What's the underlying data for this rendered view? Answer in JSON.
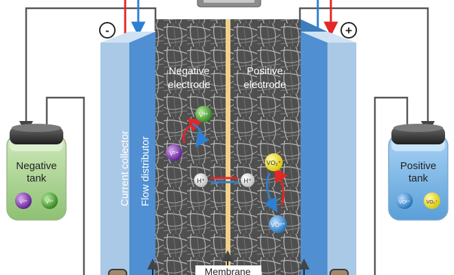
{
  "cell": {
    "negative_electrode": [
      "Negative",
      "electrode"
    ],
    "positive_electrode": [
      "Positive",
      "electrode"
    ],
    "current_collector": "Current collector",
    "flow_distributor": "Flow distributor",
    "membrane": "Membrane"
  },
  "terminals": {
    "negative": "-",
    "positive": "+"
  },
  "tanks": {
    "negative": {
      "label": [
        "Negative",
        "tank"
      ],
      "ions": [
        "V²⁺",
        "V³⁺"
      ]
    },
    "positive": {
      "label": [
        "Positive",
        "tank"
      ],
      "ions": [
        "VO²⁺",
        "VO₂⁺"
      ]
    }
  },
  "reaction_ions": {
    "negative_side": [
      "V³⁺",
      "V²⁺"
    ],
    "proton": "H⁺",
    "positive_side": [
      "VO₂⁺",
      "VO²⁺"
    ]
  },
  "colors": {
    "red_arrow": "#e32626",
    "blue_arrow": "#2d7fd3",
    "ion_green": "#3f9a2c",
    "ion_purple": "#7a2fb0",
    "ion_yellow": "#f2e20c",
    "ion_blue": "#2f8ed8",
    "membrane": "#f2d28a"
  }
}
